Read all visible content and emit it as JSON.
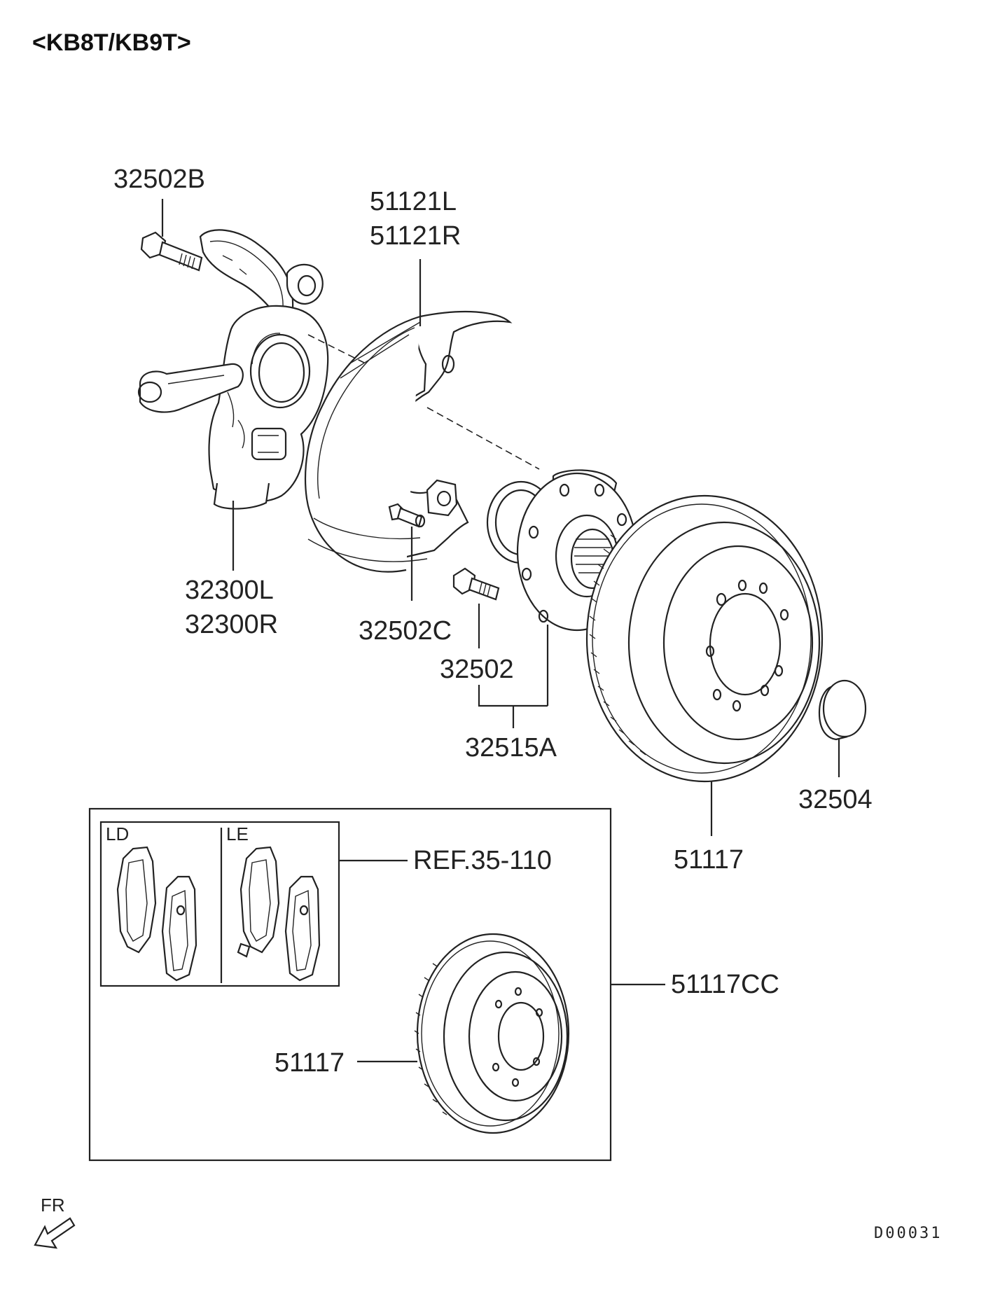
{
  "title": "<KB8T/KB9T>",
  "labels": {
    "bolt_knuckle": "32502B",
    "dust_shield_l": "51121L",
    "dust_shield_r": "51121R",
    "knuckle_l": "32300L",
    "knuckle_r": "32300R",
    "bolt_shield": "32502C",
    "hub_bolt": "32502",
    "hub_assembly": "32515A",
    "hub_cap": "32504",
    "brake_disc": "51117",
    "ref": "REF.35-110",
    "kit": "51117CC",
    "kit_disc": "51117",
    "pad_set_ld": "LD",
    "pad_set_le": "LE",
    "direction": "FR",
    "drawing_code": "D00031"
  },
  "icons": {
    "direction_arrow": "front-arrow-icon"
  }
}
